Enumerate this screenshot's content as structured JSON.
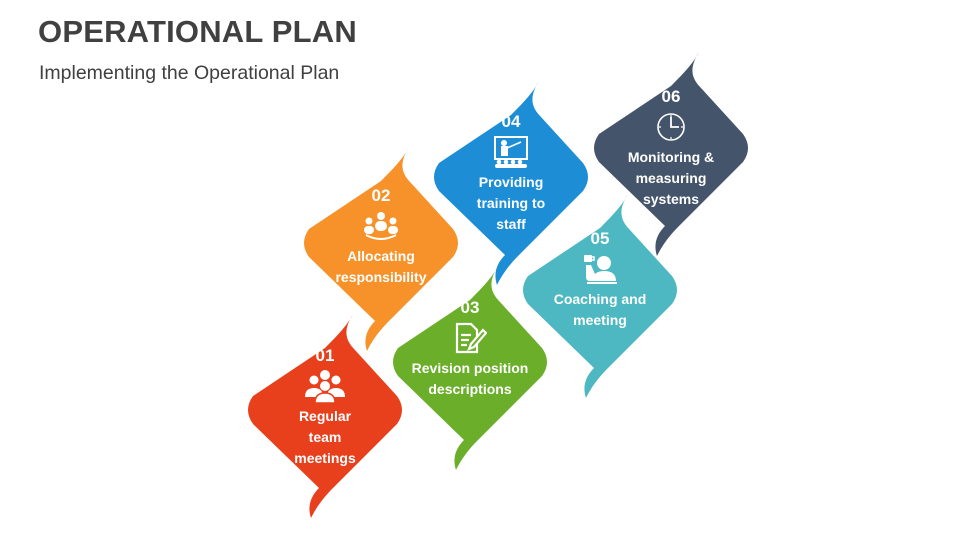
{
  "header": {
    "title": "OPERATIONAL PLAN",
    "subtitle": "Implementing the Operational Plan"
  },
  "steps": [
    {
      "number": "01",
      "label": "Regular team meetings",
      "lines": [
        "Regular",
        "team",
        "meetings"
      ],
      "icon": "team-group-icon",
      "color": "#E8401C"
    },
    {
      "number": "02",
      "label": "Allocating responsibility",
      "lines": [
        "Allocating",
        "responsibility"
      ],
      "icon": "meeting-table-icon",
      "color": "#F7922A"
    },
    {
      "number": "03",
      "label": "Revision position descriptions",
      "lines": [
        "Revision position",
        "descriptions"
      ],
      "icon": "document-edit-icon",
      "color": "#6AAE2A"
    },
    {
      "number": "04",
      "label": "Providing training to staff",
      "lines": [
        "Providing",
        "training to",
        "staff"
      ],
      "icon": "presentation-training-icon",
      "color": "#1D8ED6"
    },
    {
      "number": "05",
      "label": "Coaching and meeting",
      "lines": [
        "Coaching and",
        "meeting"
      ],
      "icon": "coaching-person-icon",
      "color": "#4DB8C2"
    },
    {
      "number": "06",
      "label": "Monitoring & measuring systems",
      "lines": [
        "Monitoring &",
        "measuring",
        "systems"
      ],
      "icon": "clock-icon",
      "color": "#44546A"
    }
  ]
}
